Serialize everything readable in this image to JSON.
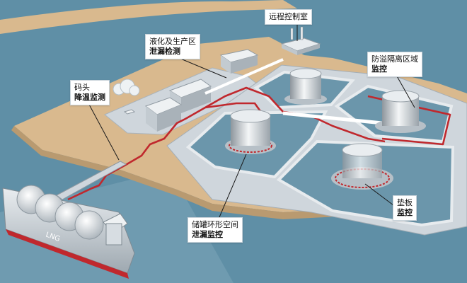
{
  "callouts": {
    "remote_control_room": "远程控制室",
    "liquefaction_area": {
      "line1": "液化及生产区",
      "line2": "泄漏检测"
    },
    "dock": {
      "line1": "码头",
      "line2": "降温监测"
    },
    "overflow_zone": {
      "line1": "防溢隔离区域",
      "line2": "监控"
    },
    "pad": {
      "line1": "垫板",
      "line2": "监控"
    },
    "tank_annulus": {
      "line1": "储罐环形空间",
      "line2": "泄漏监控"
    }
  },
  "ship_label": "LNG",
  "colors": {
    "water": "#5f8fa6",
    "land": "#d9b98e",
    "platform": "#cfd6dc",
    "pit_water": "#6b96ab",
    "monitor_line": "#c0282d"
  }
}
